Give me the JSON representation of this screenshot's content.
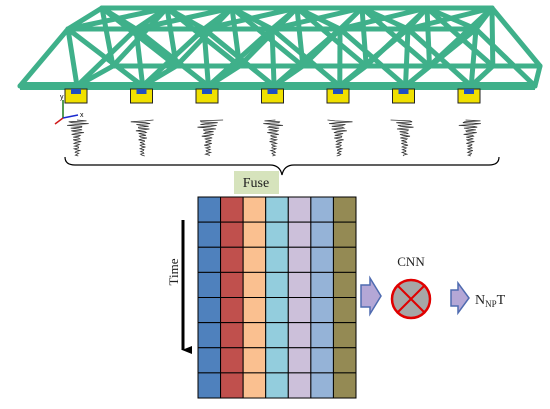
{
  "axis_labels": {
    "y": "y",
    "x": "x"
  },
  "fuse_label": "Fuse",
  "time_label": "Time",
  "cnn_label": "CNN",
  "output": {
    "base": "N",
    "subscript": "NP",
    "suffix": "T"
  },
  "colors": {
    "truss": "#3fb08a",
    "truss_dark": "#2a8a68",
    "sensor": "#f0e000",
    "fuse_box": "#d6e3bc",
    "arrow_fill": "#b4a7d6",
    "arrow_stroke": "#4f6bb0",
    "cnn_fill": "#a6a6a6",
    "cnn_cross": "#e00000",
    "grid_columns": [
      "#4f81bd",
      "#c0504d",
      "#fac090",
      "#93cddd",
      "#ccc0da",
      "#95b3d7",
      "#948a54"
    ]
  },
  "grid": {
    "columns": 7,
    "rows": 8
  },
  "sensor_count": 7
}
